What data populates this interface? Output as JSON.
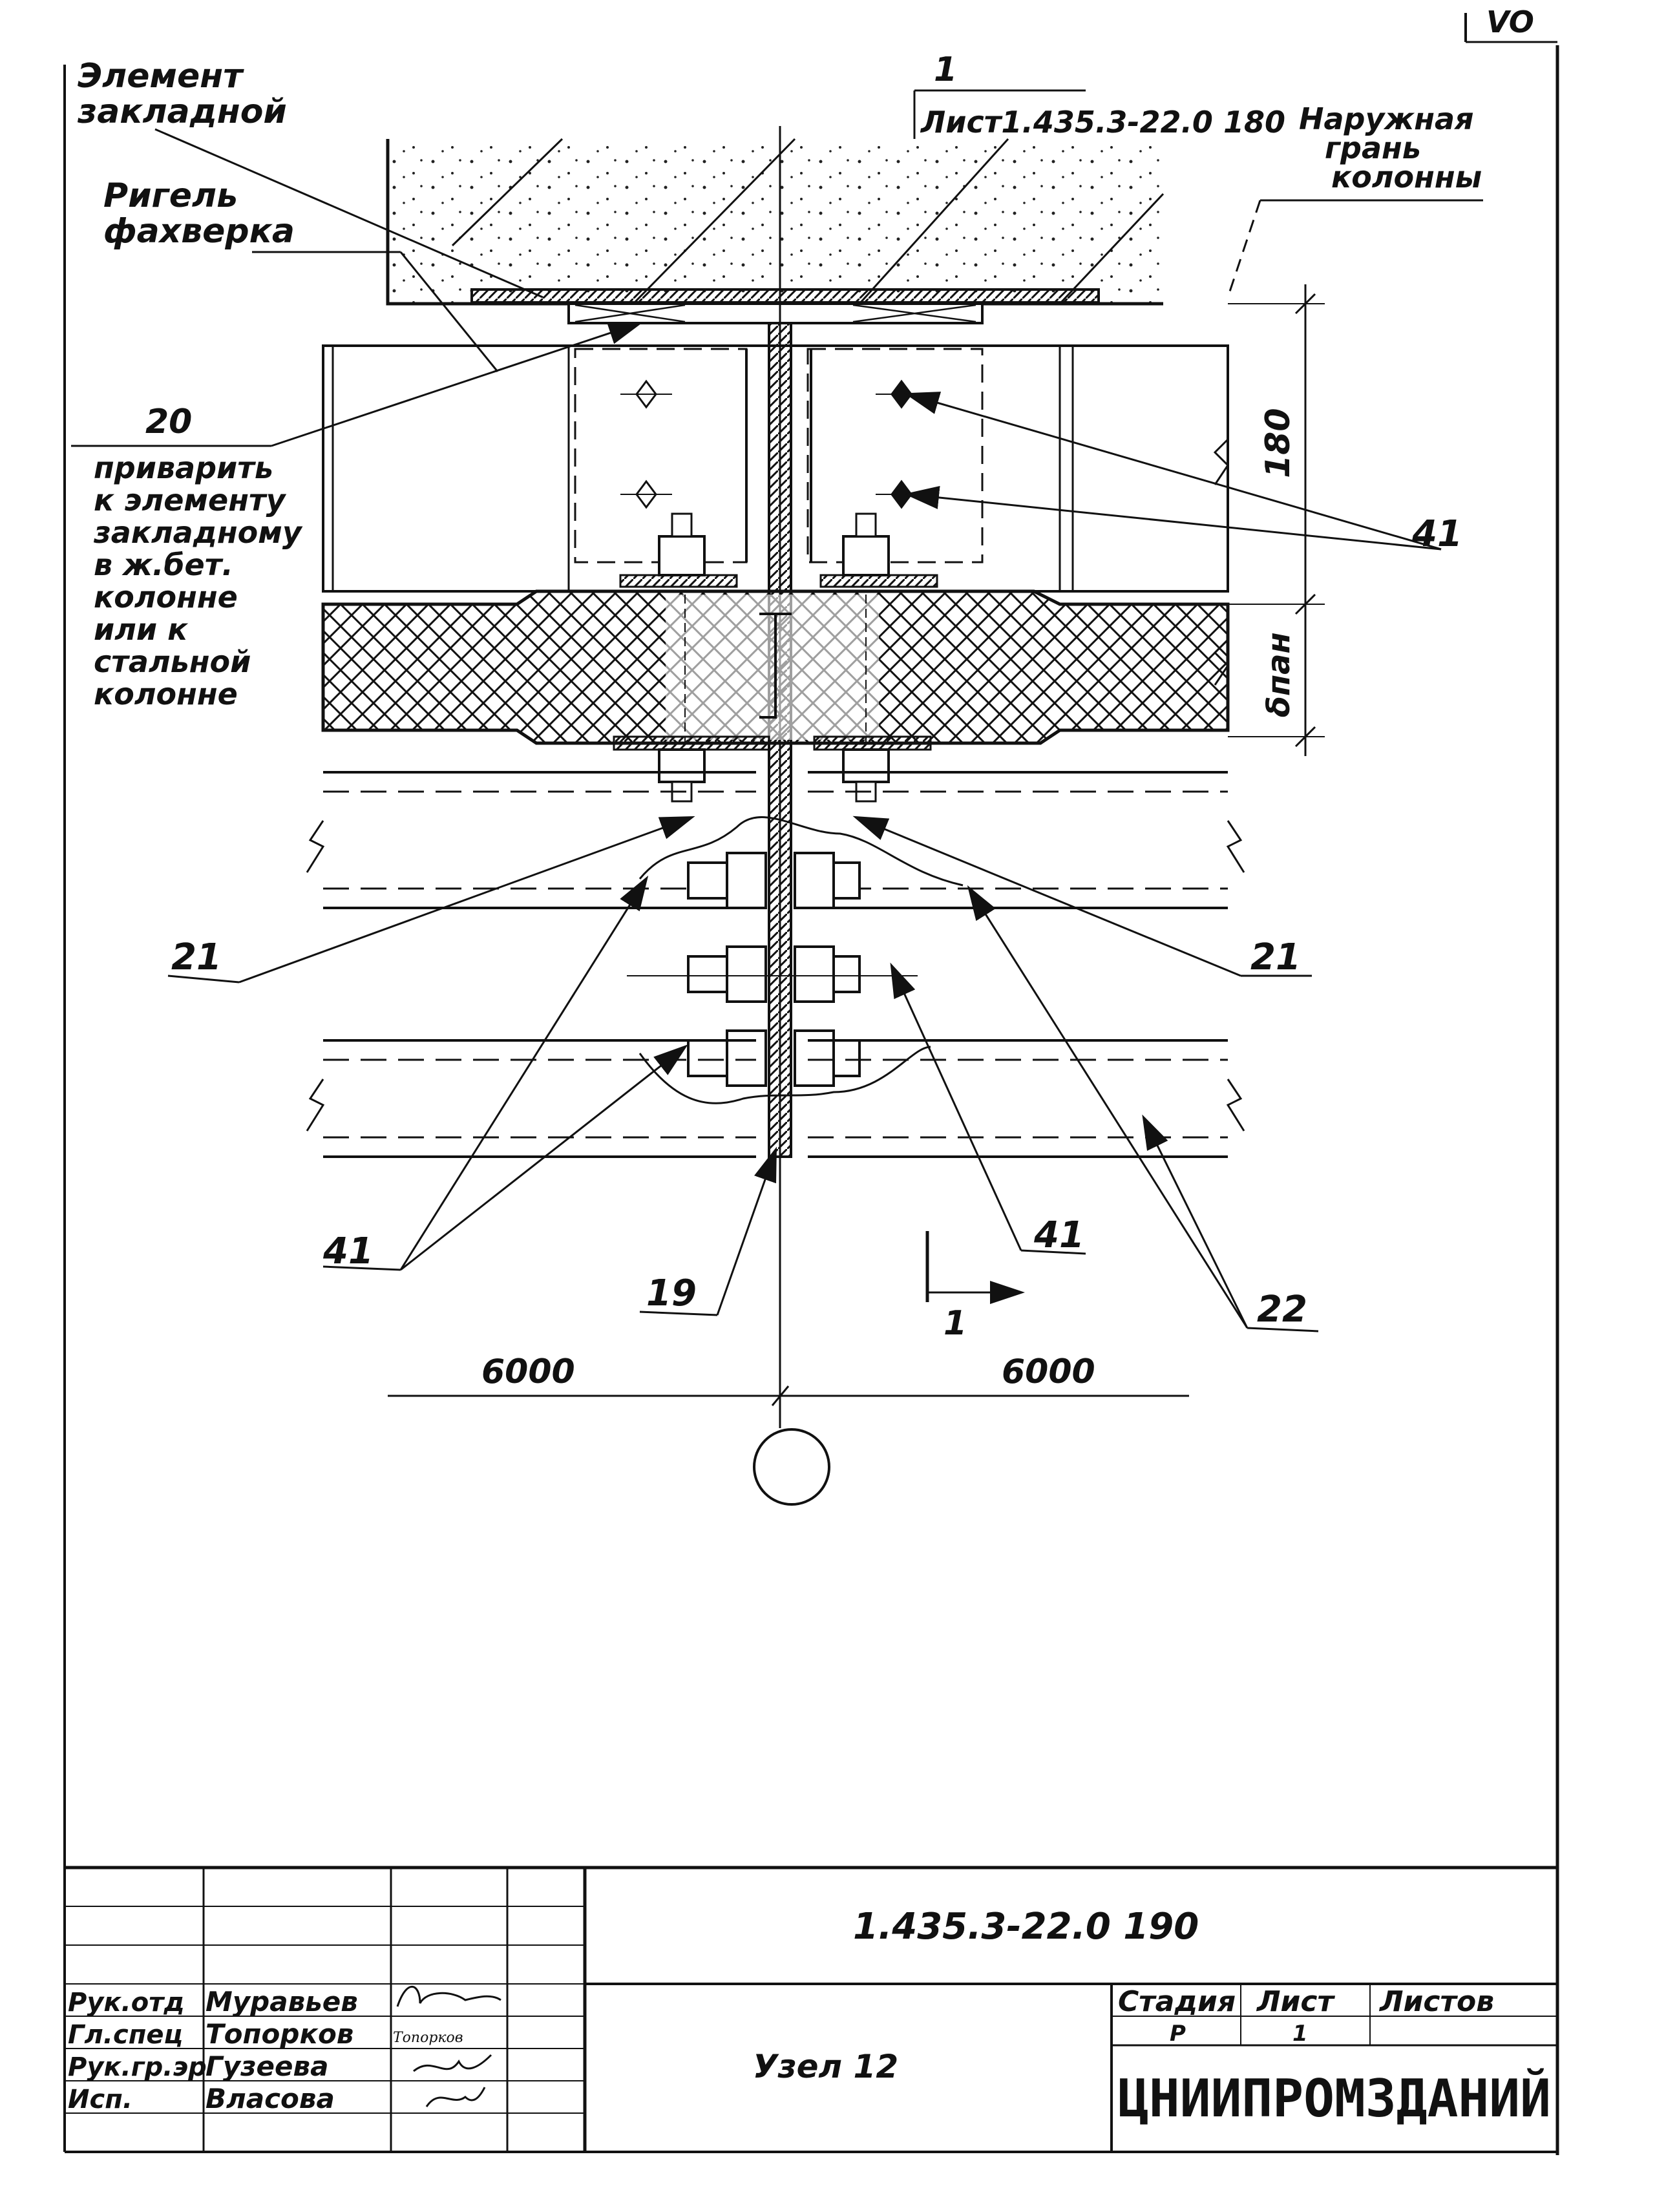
{
  "sheet": {
    "page_number": "VO",
    "document_code": "1.435.3-22.0 190",
    "drawing_title": "Узел 12",
    "organization": "ЦНИИПРОМЗДАНИЙ",
    "title_block": {
      "stage_header": "Стадия",
      "sheet_header": "Лист",
      "sheets_header": "Листов",
      "stage_value": "Р",
      "sheet_value": "1"
    },
    "signatures": [
      {
        "role": "Рук.отд",
        "name": "Муравьев"
      },
      {
        "role": "Гл.спец",
        "name": "Топорков"
      },
      {
        "role": "Рук.гр.эр",
        "name": "Гузеева"
      },
      {
        "role": "Исп.",
        "name": "Власова"
      }
    ],
    "signature_note": "Топорков"
  },
  "drawing": {
    "labels": {
      "embed_line1": "Элемент",
      "embed_line2": "закладной",
      "riegel_line1": "Ригель",
      "riegel_line2": "фахверка",
      "weld_num": "20",
      "weld_line1": "приварить",
      "weld_line2": "к элементу",
      "weld_line3": "закладному",
      "weld_line4": "в ж.бет.",
      "weld_line5": "колонне",
      "weld_line6": "или к",
      "weld_line7": "стальной",
      "weld_line8": "колонне",
      "section_num": "1",
      "ref_sheet": "Лист1.435.3-22.0 180",
      "face_line1": "Наружная",
      "face_line2": "грань",
      "face_line3": "колонны",
      "dim_180": "180",
      "dim_panel": "δпан",
      "callout_41_a": "41",
      "callout_21_left": "21",
      "callout_21_right": "21",
      "callout_41_bottom_left": "41",
      "callout_19": "19",
      "callout_41_bottom_mid": "41",
      "callout_22": "22",
      "section_mark": "1",
      "span_left": "6000",
      "span_right": "6000"
    }
  }
}
